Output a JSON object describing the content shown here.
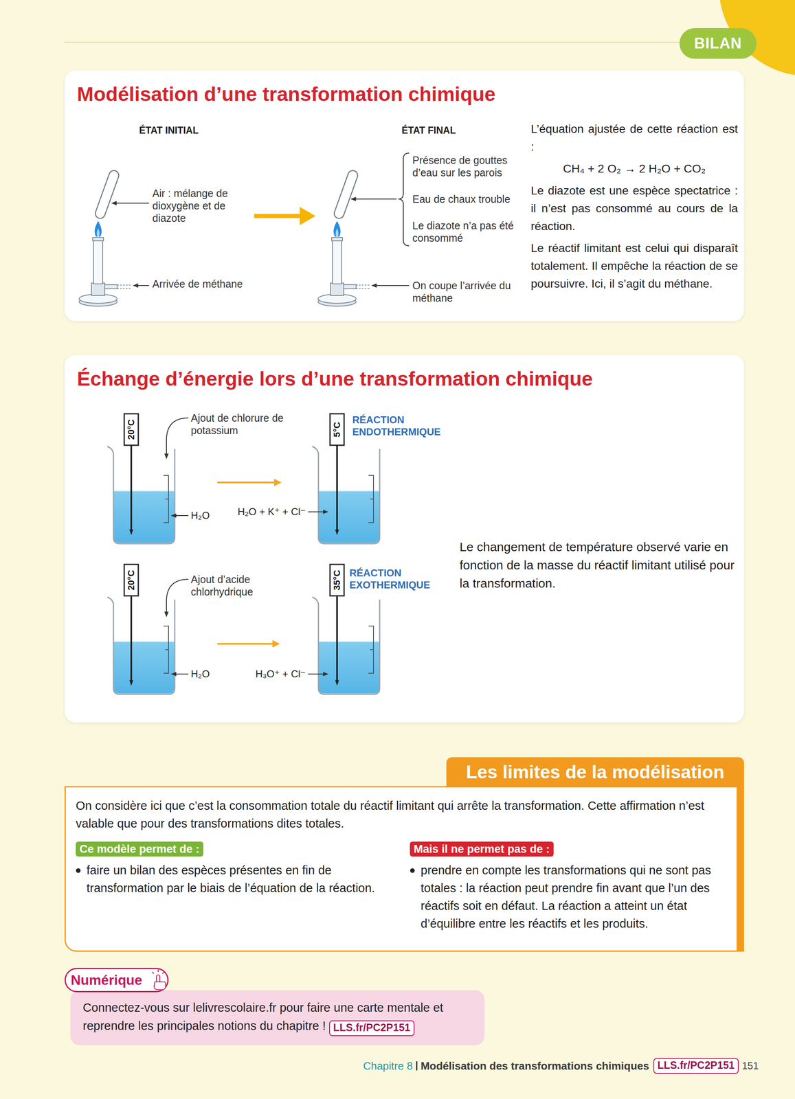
{
  "diagram": {
    "nodes": [
      {
        "text": [
          "BILAN"
        ]
      },
      {
        "text": [
          "Modélisation d’une transformation chimique"
        ]
      },
      {
        "text": [
          "Échange d’énergie lors d’une transformation chimique"
        ]
      },
      {
        "text": [
          "Les limites de la modélisation",
          "On considère ici que c’est la consommation totale du réactif limitant qui arrête la transformation. Cette affirmation n’est valable que pour des transformations dites totales."
        ]
      },
      {
        "text": [
          "Ce modèle permet de :",
          "faire un bilan des espèces présentes en fin de transformation par le biais de l’équation de la réaction."
        ],
        "in": 3
      },
      {
        "text": [
          "Mais il ne permet pas de :",
          "prendre en compte les transformations qui ne sont pas totales : la réaction peut prendre fin avant que l’un des réactifs soit en défaut. La réaction a atteint un état d’équilibre entre les réactifs et les produits."
        ],
        "in": 3
      },
      {
        "text": [
          "Numérique",
          "Connectez-vous sur lelivrescolaire.fr pour faire une carte mentale et reprendre les principales notions du chapitre !"
        ]
      },
      {
        "text": [
          "LLS.fr/PC2P151"
        ],
        "in": 6
      },
      {
        "text": [
          "LLS.fr/PC2P151"
        ]
      }
    ],
    "labels": [
      "ÉTAT INITIAL",
      "ÉTAT FINAL",
      "Air : mélange de dioxygène et de diazote",
      "Arrivée de méthane",
      "Présence de gouttes d’eau sur les parois",
      "Eau de chaux trouble",
      "Le diazote n’a pas été consommé",
      "On coupe l’arrivée du méthane",
      "L’équation ajustée de cette réaction est :",
      "CH₄ + 2 O₂ → 2 H₂O + CO₂",
      "Le diazote est une espèce spectatrice : il n’est pas consommé au cours de la réaction.",
      "Le réactif limitant est celui qui disparaît totalement. Il empêche la réaction de se poursuivre. Ici, il s’agit du méthane.",
      "20°C",
      "Ajout de chlorure de potassium",
      "5°C",
      "RÉACTION ENDOTHERMIQUE",
      "H₂O",
      "H₂O + K⁺ + Cl⁻",
      "20°C",
      "Ajout d’acide chlorhydrique",
      "35°C",
      "RÉACTION EXOTHERMIQUE",
      "H₂O",
      "H₃O⁺ + Cl⁻",
      "Le changement de température observé varie en fonction de la masse du réactif limitant utilisé pour la transformation.",
      "Chapitre 8",
      "Modélisation des transformations chimiques",
      "151"
    ]
  }
}
